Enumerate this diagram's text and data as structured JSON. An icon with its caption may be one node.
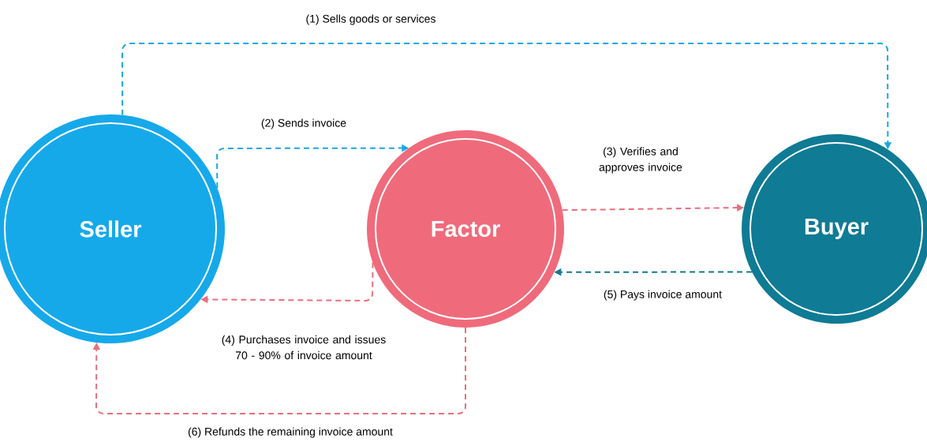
{
  "diagram": {
    "nodes": [
      {
        "text": [
          "Seller"
        ]
      },
      {
        "text": [
          "Factor"
        ]
      },
      {
        "text": [
          "Buyer"
        ]
      }
    ],
    "edges": [
      {
        "from": 0,
        "to": 2,
        "arrow": "to",
        "label": "(1) Sells goods or services",
        "style": "dashed",
        "color": "#1aa8e3"
      },
      {
        "from": 0,
        "to": 1,
        "arrow": "to",
        "label": "(2) Sends invoice",
        "style": "dashed",
        "color": "#1aa8e3"
      },
      {
        "from": 1,
        "to": 2,
        "arrow": "to",
        "label": "(3) Verifies and approves invoice",
        "style": "dashed",
        "color": "#e8707e"
      },
      {
        "from": 1,
        "to": 0,
        "arrow": "to",
        "label": "(4) Purchases invoice and issues 70 - 90% of invoice amount",
        "style": "dashed",
        "color": "#e8707e"
      },
      {
        "from": 2,
        "to": 1,
        "arrow": "to",
        "label": "(5) Pays invoice amount",
        "style": "dashed",
        "color": "#137a90"
      },
      {
        "from": 1,
        "to": 0,
        "arrow": "to",
        "label": "(6) Refunds the remaining invoice amount",
        "style": "dashed",
        "color": "#e8707e"
      }
    ]
  }
}
